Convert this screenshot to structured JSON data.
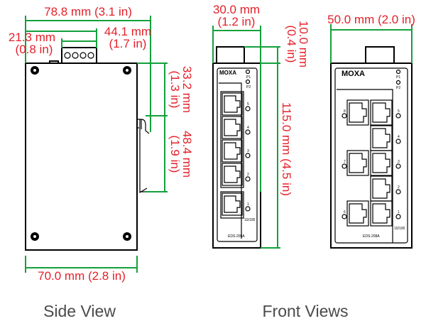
{
  "side_view": {
    "caption": "Side View",
    "width_overall": {
      "mm": "78.8 mm (3.1 in)"
    },
    "terminal_offset": {
      "mm": "44.1 mm",
      "in": "(1.7 in)"
    },
    "terminal_width": {
      "mm": "21.3 mm",
      "in": "(0.8 in)"
    },
    "din_top": {
      "mm": "33.2 mm",
      "in": "(1.3 in)"
    },
    "din_height": {
      "mm": "48.4 mm",
      "in": "(1.9 in)"
    },
    "body_width": {
      "mm": "70.0 mm (2.8 in)"
    }
  },
  "front_views": {
    "caption": "Front Views",
    "eds205a": {
      "width": {
        "mm": "30.0 mm",
        "in": "(1.2 in)"
      },
      "terminal_height": {
        "mm": "10.0 mm",
        "in": "(0.4 in)"
      },
      "height": {
        "mm": "115.0 mm (4.5 in)"
      },
      "logo": "MOXA",
      "led_labels": [
        "P1",
        "P2"
      ],
      "port_labels": [
        "5",
        "4",
        "3",
        "2",
        "1"
      ],
      "speed_label": "10/100",
      "model": "EDS-205A"
    },
    "eds208a": {
      "width": {
        "mm": "50.0 mm (2.0 in)"
      },
      "logo": "MOXA",
      "led_labels": [
        "P1",
        "P2"
      ],
      "port_labels_right": [
        "5",
        "4",
        "3",
        "2",
        "1"
      ],
      "port_labels_left": [
        "8",
        "7",
        "6"
      ],
      "speed_label": "10/100",
      "model": "EDS-208A"
    }
  }
}
